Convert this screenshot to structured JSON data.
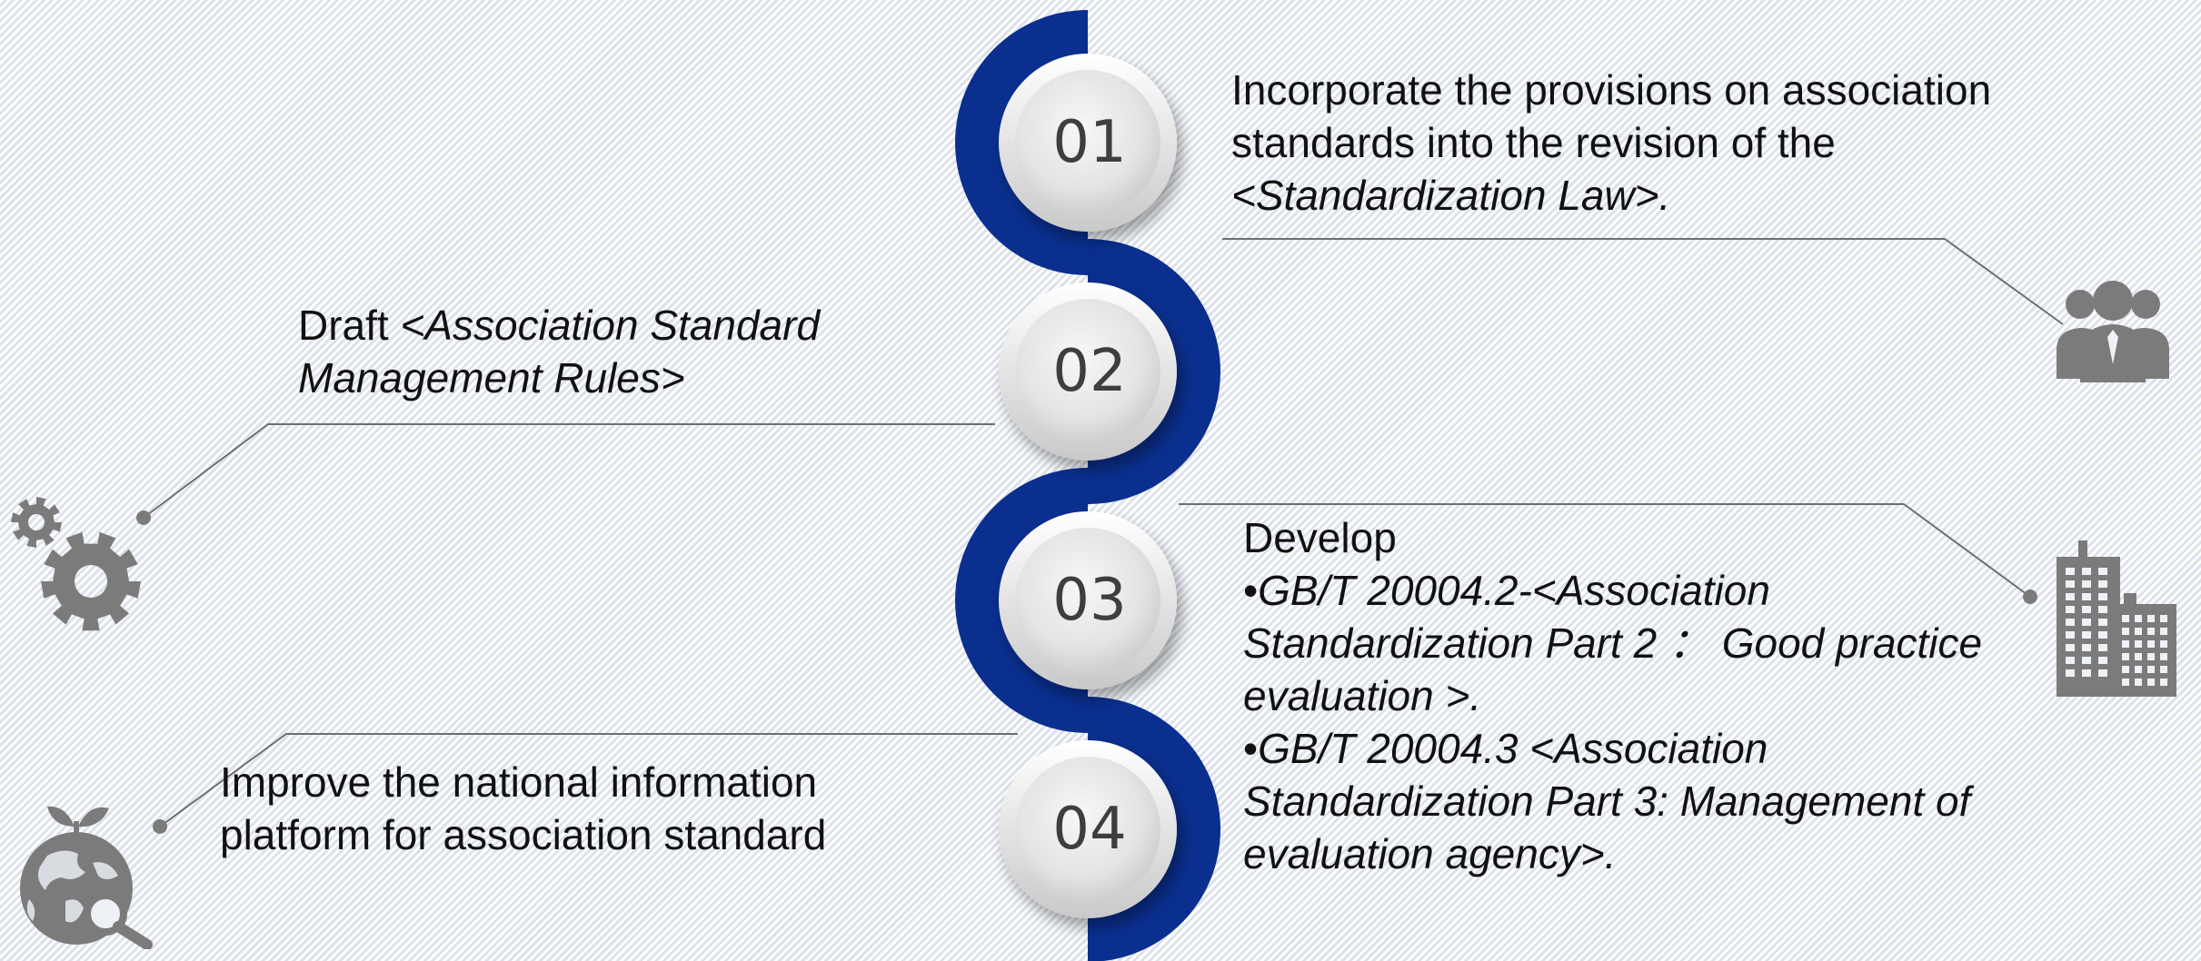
{
  "steps": [
    {
      "num": "01",
      "parts": [
        {
          "t": "Incorporate the provisions on association standards into the revision of the ",
          "i": false
        },
        {
          "t": "<Standardization Law>.",
          "i": true
        }
      ]
    },
    {
      "num": "02",
      "parts": [
        {
          "t": "Draft ",
          "i": false
        },
        {
          "t": "<Association Standard Management Rules>",
          "i": true
        }
      ]
    },
    {
      "num": "03",
      "lines": [
        [
          {
            "t": "Develop",
            "i": false
          }
        ],
        [
          {
            "t": "•",
            "i": false
          },
          {
            "t": "GB/T 20004.2-<Association Standardization  Part 2 ：  Good practice evaluation >.",
            "i": true
          }
        ],
        [
          {
            "t": "•",
            "i": false
          },
          {
            "t": "GB/T 20004.3 <Association Standardization  Part 3: Management of evaluation agency>.",
            "i": true
          }
        ]
      ]
    },
    {
      "num": "04",
      "parts": [
        {
          "t": "Improve the national information platform for association standard",
          "i": false
        }
      ]
    }
  ],
  "icons": [
    "people-group-icon",
    "gears-icon",
    "buildings-icon",
    "globe-search-icon"
  ],
  "colors": {
    "ribbon": "#0a2f8f",
    "ribbon_dark": "#05216e",
    "line": "#6e6e6e",
    "icon": "#7b7b7b"
  }
}
